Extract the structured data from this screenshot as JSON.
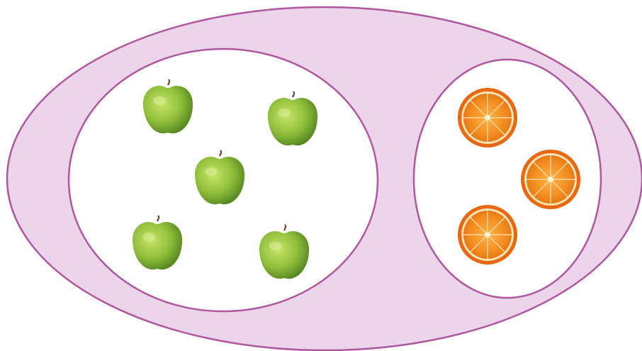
{
  "diagram": {
    "type": "venn-set-diagram",
    "colors": {
      "outer_fill": "#ecd4ea",
      "outline": "#b0589f",
      "inner_fill": "#ffffff",
      "apple_light": "#c8e36a",
      "apple_mid": "#8fbf3a",
      "apple_dark": "#4f7e1e",
      "stem": "#6b4a2b",
      "orange_rind": "#e9670f",
      "orange_pith": "#fbe3b8",
      "orange_flesh": "#f28a1e",
      "orange_segment_line": "#fdd9a0"
    },
    "outer_set": {
      "label": "",
      "subsets": [
        {
          "name": "apples",
          "icon": "green-apple-icon",
          "count": 5
        },
        {
          "name": "oranges",
          "icon": "orange-slice-icon",
          "count": 3
        }
      ]
    }
  }
}
